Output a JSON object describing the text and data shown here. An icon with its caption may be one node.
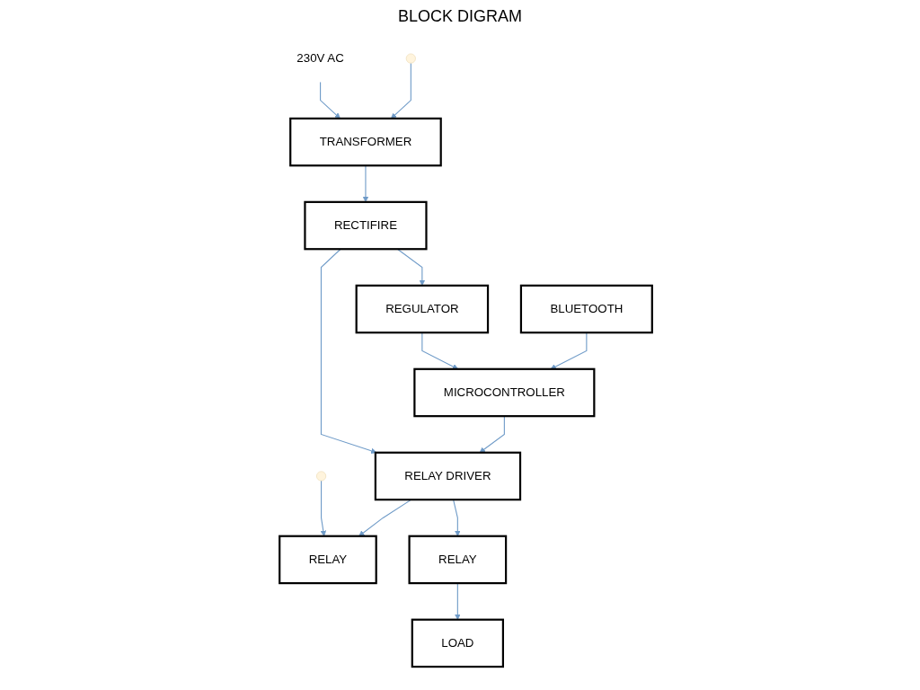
{
  "diagram": {
    "title": "BLOCK DIGRAM",
    "nodes": [
      {
        "text": [
          "230V AC"
        ]
      },
      {
        "text": [
          "TRANSFORMER"
        ]
      },
      {
        "text": [
          "RECTIFIRE"
        ]
      },
      {
        "text": [
          "REGULATOR"
        ]
      },
      {
        "text": [
          "RELAY"
        ]
      },
      {
        "text": [
          "RELAY DRIVER"
        ]
      },
      {
        "text": [
          "MICROCONTROLLER"
        ]
      },
      {
        "text": [
          "BLUETOOTH"
        ]
      },
      {
        "text": [
          "RELAY"
        ]
      },
      {
        "text": [
          "LOAD"
        ]
      }
    ],
    "edges": [
      {
        "from": 0,
        "to": 1,
        "arrow": "to"
      },
      {
        "from": null,
        "to": 1,
        "arrow": "to"
      },
      {
        "from": null,
        "to": 4,
        "arrow": "to"
      },
      {
        "from": 1,
        "to": 2,
        "arrow": "to"
      },
      {
        "from": 2,
        "to": 3,
        "arrow": "to"
      },
      {
        "from": 2,
        "to": 5,
        "arrow": "to"
      },
      {
        "from": 3,
        "to": 6,
        "arrow": "to"
      },
      {
        "from": 6,
        "to": 5,
        "arrow": "to"
      },
      {
        "from": 7,
        "to": 6,
        "arrow": "to"
      },
      {
        "from": 5,
        "to": 4,
        "arrow": "to"
      },
      {
        "from": 5,
        "to": 8,
        "arrow": "to"
      },
      {
        "from": 8,
        "to": 9,
        "arrow": "to"
      }
    ]
  }
}
